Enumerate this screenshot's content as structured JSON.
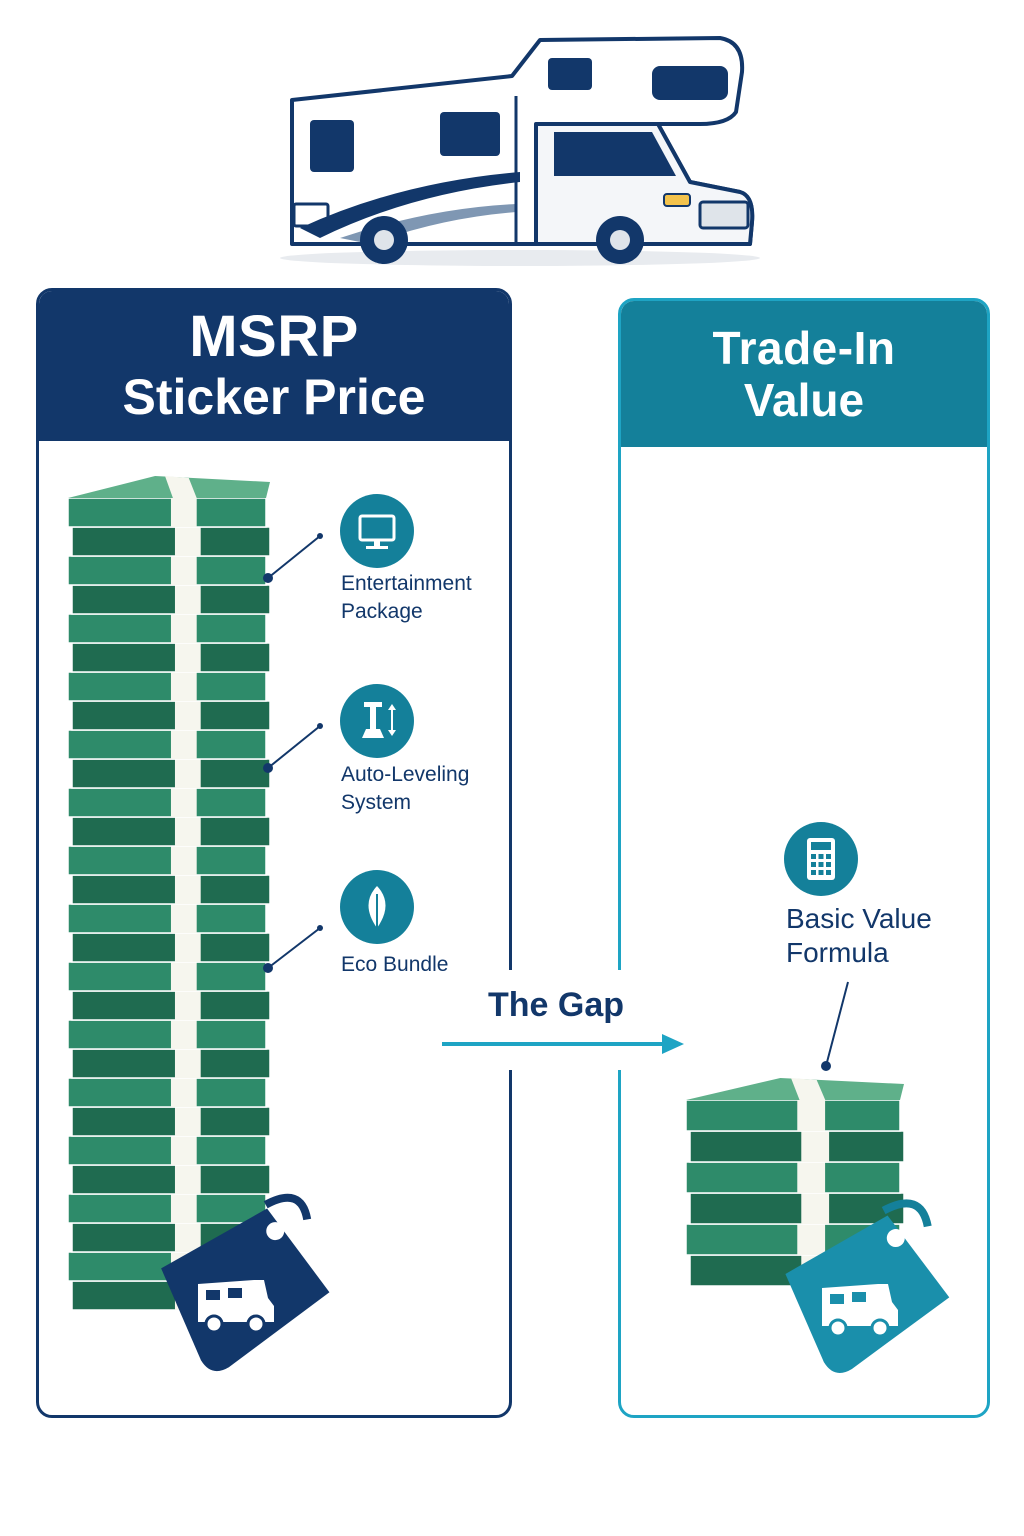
{
  "msrp_panel": {
    "title_line1": "MSRP",
    "title_line2": "Sticker Price",
    "features": [
      {
        "label_line1": "Entertainment",
        "label_line2": "Package",
        "icon": "monitor-icon"
      },
      {
        "label_line1": "Auto-Leveling",
        "label_line2": "System",
        "icon": "leveling-jack-icon"
      },
      {
        "label_line1": "Eco Bundle",
        "label_line2": "",
        "icon": "leaf-icon"
      }
    ],
    "tag_icon": "rv-price-tag-icon"
  },
  "trade_panel": {
    "title_line1": "Trade-In",
    "title_line2": "Value",
    "formula_label_line1": "Basic Value",
    "formula_label_line2": "Formula",
    "formula_icon": "calculator-icon",
    "tag_icon": "rv-price-tag-icon"
  },
  "gap": {
    "label": "The Gap"
  },
  "colors": {
    "navy": "#12376a",
    "teal": "#14809a",
    "light_teal": "#1ea4c4",
    "money_green": "#2e8b6a",
    "money_dark": "#1f6b50"
  }
}
